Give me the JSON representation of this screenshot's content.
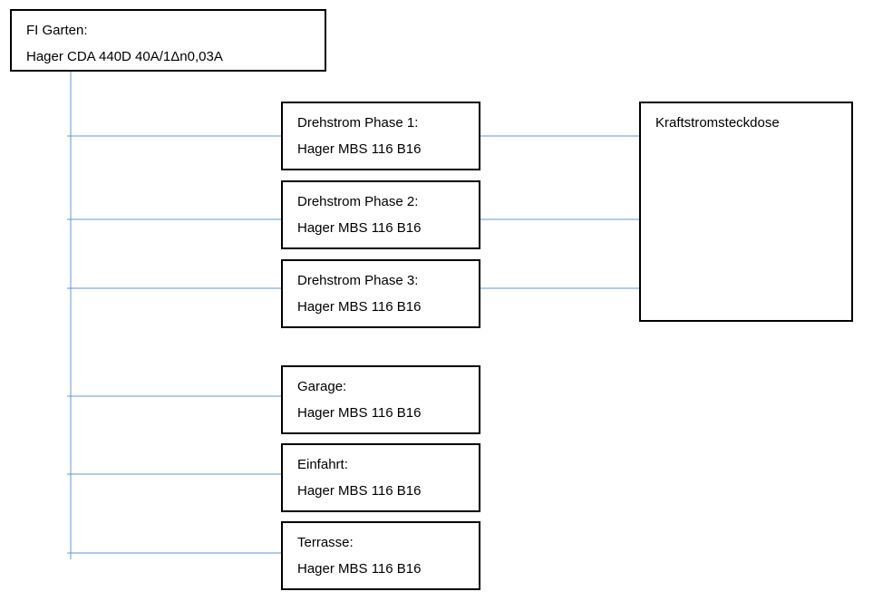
{
  "diagram": {
    "root": {
      "title": "FI Garten:",
      "subtitle": "Hager CDA 440D 40A/1Δn0,03A"
    },
    "breakers": [
      {
        "id": "phase1",
        "title": "Drehstrom Phase 1:",
        "subtitle": "Hager MBS 116 B16"
      },
      {
        "id": "phase2",
        "title": "Drehstrom Phase 2:",
        "subtitle": "Hager MBS 116 B16"
      },
      {
        "id": "phase3",
        "title": "Drehstrom Phase 3:",
        "subtitle": "Hager MBS 116 B16"
      },
      {
        "id": "garage",
        "title": "Garage:",
        "subtitle": "Hager MBS 116 B16"
      },
      {
        "id": "einfahrt",
        "title": "Einfahrt:",
        "subtitle": "Hager MBS 116 B16"
      },
      {
        "id": "terrasse",
        "title": "Terrasse:",
        "subtitle": "Hager MBS 116 B16"
      }
    ],
    "load": {
      "title": "Kraftstromsteckdose"
    },
    "colors": {
      "connector": "#5B9BD5",
      "border": "#000000",
      "text": "#000000",
      "background": "#FFFFFF"
    }
  }
}
